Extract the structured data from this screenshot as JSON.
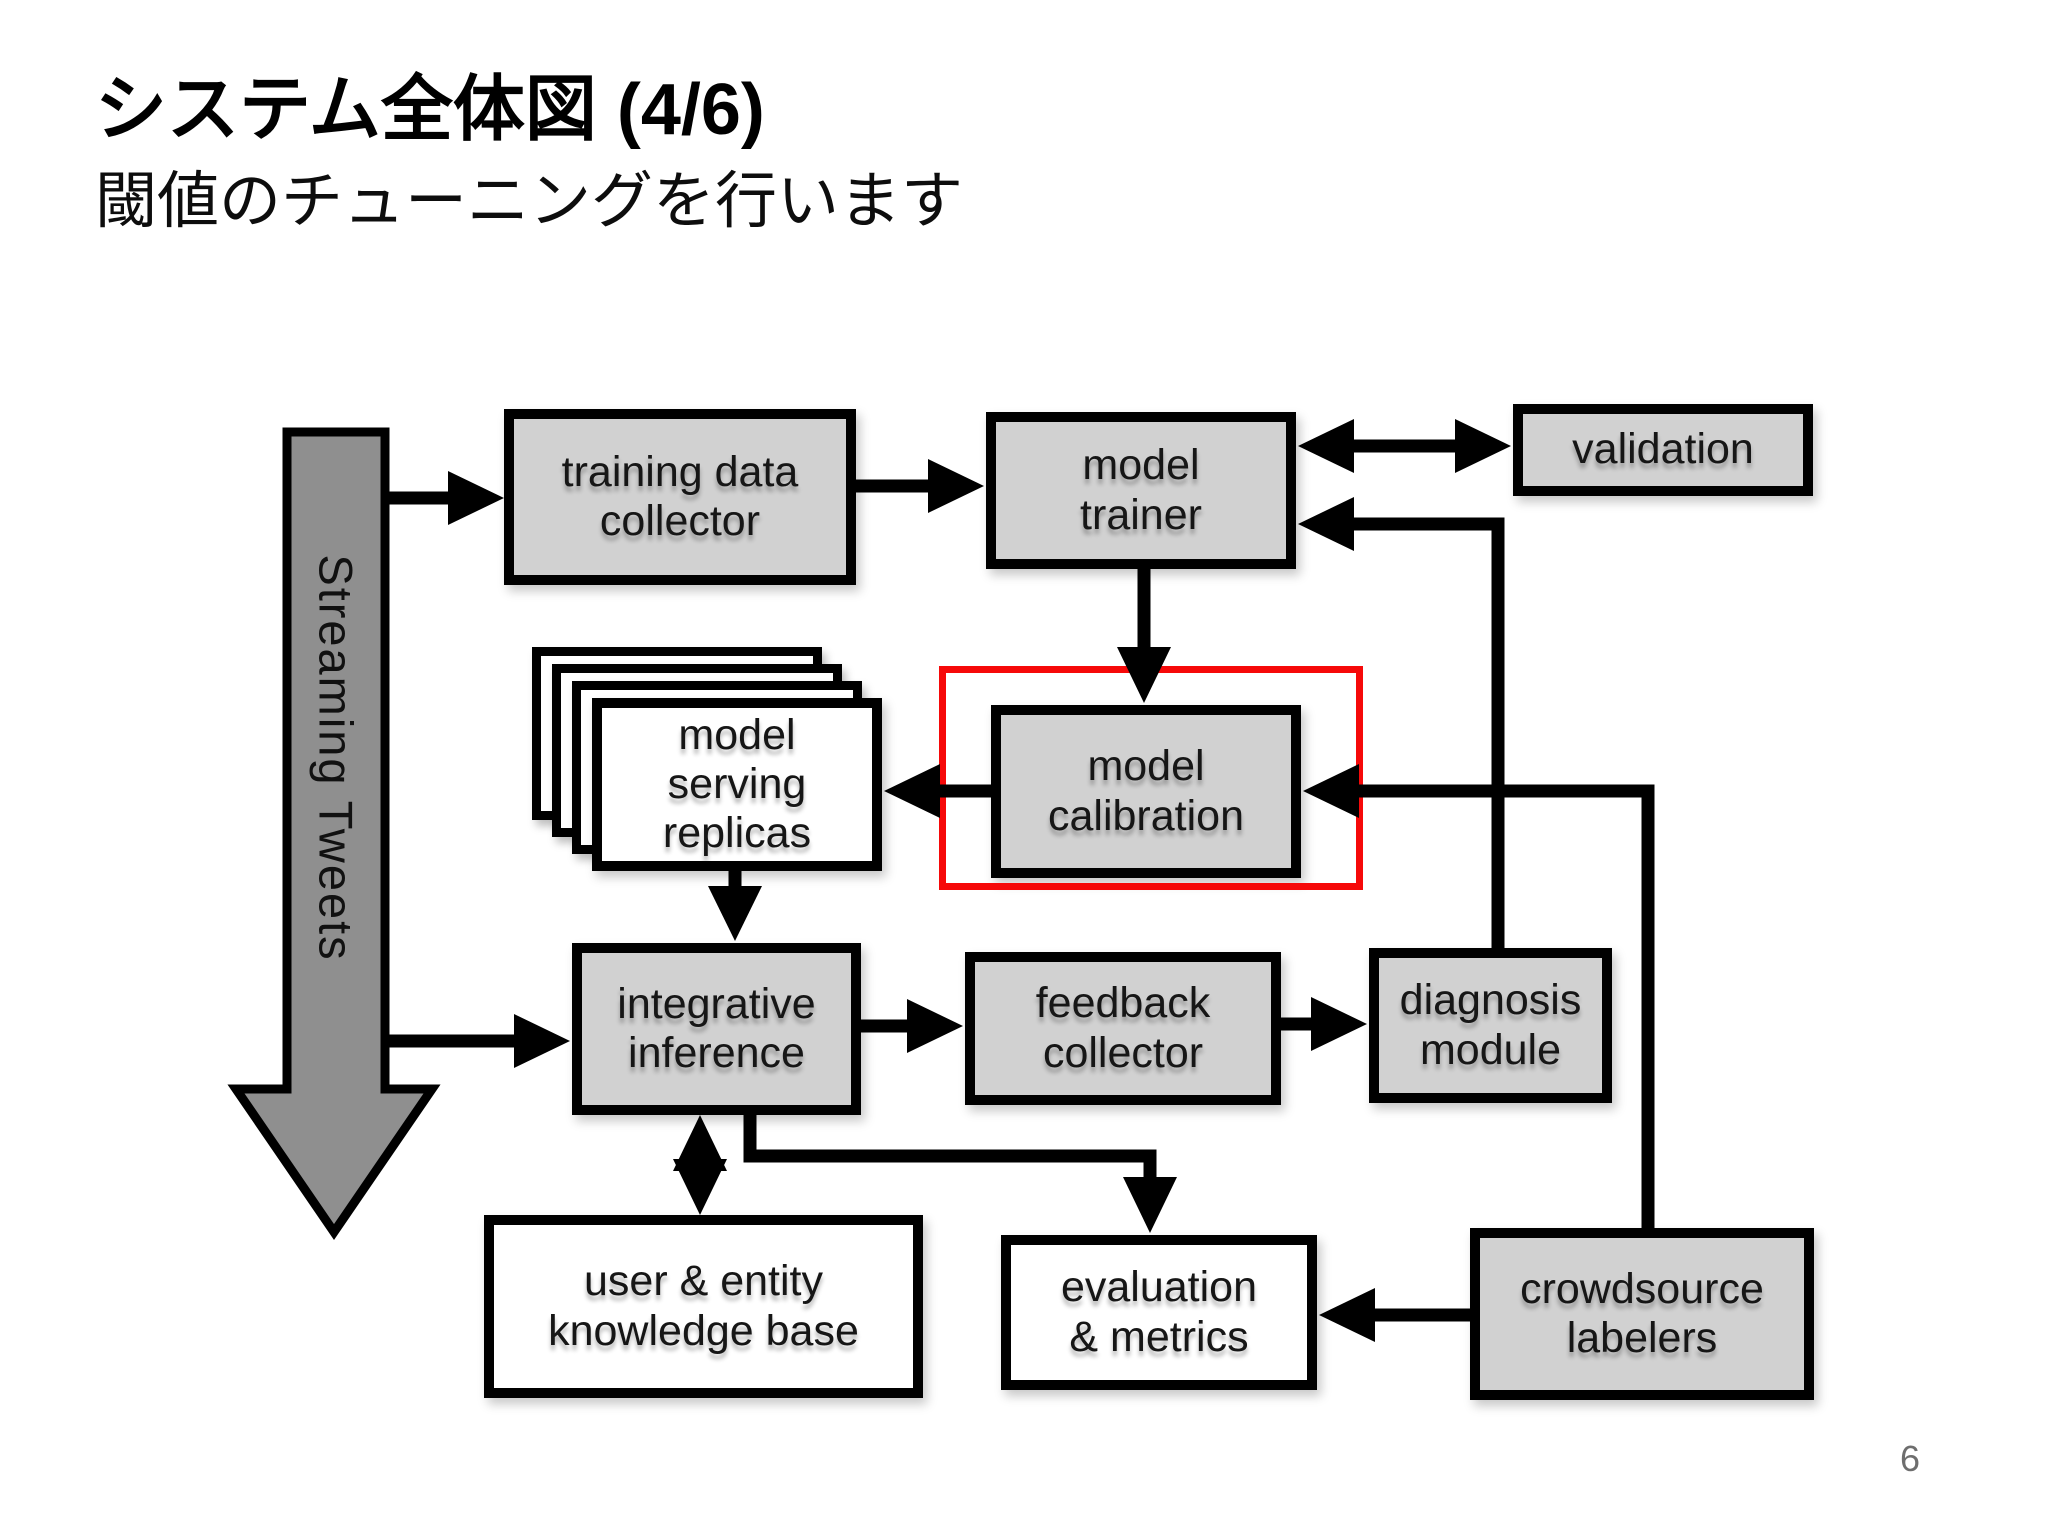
{
  "slide": {
    "title": "システム全体図 (4/6)",
    "subtitle": "閾値のチューニングを行います",
    "page_number": "6"
  },
  "diagram": {
    "streaming_arrow": {
      "label": "Streaming Tweets",
      "fill": "#8f8f8f"
    },
    "highlight_box": {
      "color": "#f60909",
      "around": "model_calibration"
    },
    "node_colors": {
      "gray_fill": "#d1d1d1",
      "white_fill": "#ffffff",
      "border": "#000000",
      "connector": "#000000"
    },
    "nodes": {
      "training_data_collector": {
        "label": "training data\ncollector"
      },
      "model_trainer": {
        "label": "model\ntrainer"
      },
      "validation": {
        "label": "validation"
      },
      "model_serving_replicas": {
        "label": "model\nserving\nreplicas"
      },
      "model_calibration": {
        "label": "model\ncalibration"
      },
      "integrative_inference": {
        "label": "integrative\ninference"
      },
      "feedback_collector": {
        "label": "feedback\ncollector"
      },
      "diagnosis_module": {
        "label": "diagnosis\nmodule"
      },
      "user_entity_knowledge_base": {
        "label": "user & entity\nknowledge base"
      },
      "evaluation_metrics": {
        "label": "evaluation\n& metrics"
      },
      "crowdsource_labelers": {
        "label": "crowdsource\nlabelers"
      }
    },
    "edges": [
      {
        "from": "streaming_tweets",
        "to": "training_data_collector",
        "type": "arrow"
      },
      {
        "from": "training_data_collector",
        "to": "model_trainer",
        "type": "arrow"
      },
      {
        "from": "model_trainer",
        "to": "validation",
        "type": "bidirectional"
      },
      {
        "from": "diagnosis_module",
        "to": "model_trainer",
        "type": "arrow"
      },
      {
        "from": "model_trainer",
        "to": "model_calibration",
        "type": "arrow"
      },
      {
        "from": "model_calibration",
        "to": "model_serving_replicas",
        "type": "arrow"
      },
      {
        "from": "crowdsource_labelers",
        "to": "model_calibration",
        "type": "arrow"
      },
      {
        "from": "model_serving_replicas",
        "to": "integrative_inference",
        "type": "arrow"
      },
      {
        "from": "streaming_tweets",
        "to": "integrative_inference",
        "type": "arrow"
      },
      {
        "from": "integrative_inference",
        "to": "feedback_collector",
        "type": "arrow"
      },
      {
        "from": "feedback_collector",
        "to": "diagnosis_module",
        "type": "arrow"
      },
      {
        "from": "integrative_inference",
        "to": "user_entity_knowledge_base",
        "type": "bidirectional"
      },
      {
        "from": "integrative_inference",
        "to": "evaluation_metrics",
        "type": "arrow"
      },
      {
        "from": "crowdsource_labelers",
        "to": "evaluation_metrics",
        "type": "arrow"
      }
    ]
  }
}
